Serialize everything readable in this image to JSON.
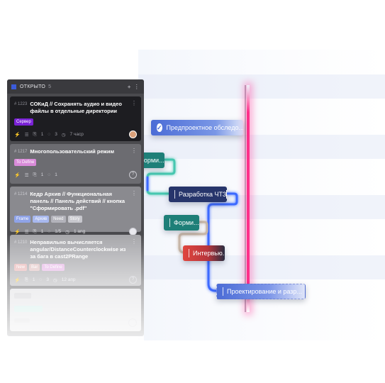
{
  "column": {
    "title": "ОТКРЫТО",
    "count": "5",
    "add_label": "+",
    "menu_label": "⋮"
  },
  "cards": [
    {
      "number": "# 1223",
      "title": "СОКиД // Сохранять аудио и видео файлы в отдельные директории",
      "tags": [
        {
          "label": "Сервер",
          "color": "#7a22d6"
        }
      ],
      "attachments": "1",
      "comments": "3",
      "time": "7 часр",
      "menu": "⋮"
    },
    {
      "number": "# 1217",
      "title": "Многопользовательский режим",
      "tags": [
        {
          "label": "To Define",
          "color": "#d98bd9"
        }
      ],
      "attachments": "1",
      "comments": "1",
      "menu": "⋮"
    },
    {
      "number": "# 1214",
      "title": "Кедр Архив // Функциональная панель // Панель действий // кнопка \"Сформировать .pdf\"",
      "tags": [
        {
          "label": "Frame",
          "color": "#8fa3e8"
        },
        {
          "label": "Архив",
          "color": "#a8b8ee"
        },
        {
          "label": "Need",
          "color": "#b2b2ba"
        },
        {
          "label": "Story",
          "color": "#c7c7cd"
        }
      ],
      "attachments": "1",
      "comments": "1/5",
      "time": "1 ang",
      "menu": "⋮"
    },
    {
      "number": "# 1210",
      "title": "Неправильно вычисляется angular/DistanceCounterclockwise из за бага в cast2PRange",
      "tags": [
        {
          "label": "New",
          "color": "#e8b4b4"
        },
        {
          "label": "Bar",
          "color": "#e0c0c0"
        },
        {
          "label": "To Define",
          "color": "#e6b5e6"
        }
      ],
      "attachments": "1",
      "comments": "3",
      "time": "12 апр",
      "menu": "⋮"
    }
  ],
  "gantt": {
    "bars": [
      {
        "label": "Предпроектное обследо...",
        "color": "#4b6cd6"
      },
      {
        "label": "Форми...",
        "color": "#1e7f78"
      },
      {
        "label": "Разработка ЧТЗ",
        "color": "#27356b"
      },
      {
        "label": "Форми...",
        "color": "#1e7f78"
      },
      {
        "label": "Интервью...",
        "color": "#d9443f"
      },
      {
        "label": "Проектирование и разр...",
        "color": "#5b78e0"
      }
    ],
    "today_color": "#ff2f8a"
  }
}
